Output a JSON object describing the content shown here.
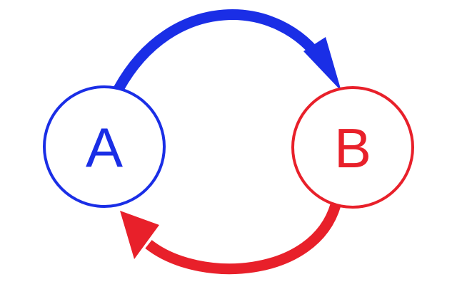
{
  "diagram": {
    "nodes": [
      {
        "id": "a",
        "label": "A",
        "color": "#1a2ee6"
      },
      {
        "id": "b",
        "label": "B",
        "color": "#e8202a"
      }
    ],
    "edges": [
      {
        "from": "A",
        "to": "B",
        "color": "#1a2ee6"
      },
      {
        "from": "B",
        "to": "A",
        "color": "#e8202a"
      }
    ]
  }
}
